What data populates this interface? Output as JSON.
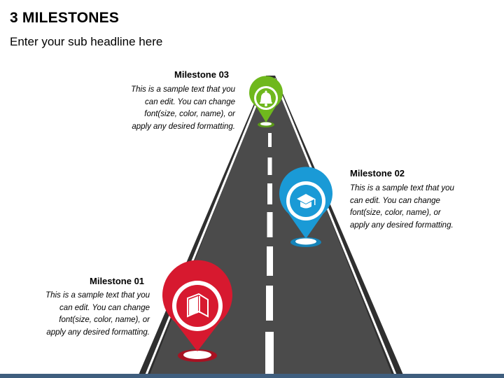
{
  "slide": {
    "title": "3 MILESTONES",
    "subtitle": "Enter your sub headline here"
  },
  "milestones": [
    {
      "heading": "Milestone 01",
      "body_lines": [
        "This is a sample text that you",
        "can edit. You can change",
        "font(size, color, name), or",
        "apply any desired formatting."
      ],
      "color": "#d7192f",
      "icon": "book-icon"
    },
    {
      "heading": "Milestone 02",
      "body_lines": [
        "This is a sample text that you",
        "can edit. You can change",
        "font(size, color, name), or",
        "apply any desired formatting."
      ],
      "color": "#1a9ad6",
      "icon": "graduation-cap-icon"
    },
    {
      "heading": "Milestone 03",
      "body_lines": [
        "This is a sample text that you",
        "can edit. You can change",
        "font(size, color, name), or",
        "apply any desired formatting."
      ],
      "color": "#6fb81d",
      "icon": "bell-icon"
    }
  ],
  "colors": {
    "road": "#4a4a4a",
    "road_edge": "#ffffff",
    "shoulder": "#3a3a3a",
    "bottom_bar": "#3f5e7e"
  }
}
